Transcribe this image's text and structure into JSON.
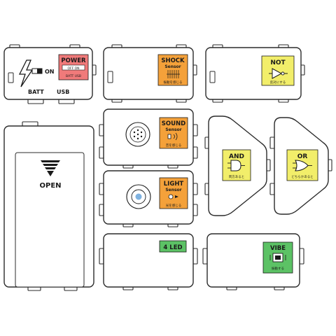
{
  "colors": {
    "power": "#f07a7a",
    "shock": "#f4a13a",
    "sound": "#f4a13a",
    "light": "#f4a13a",
    "logic": "#f2ee6a",
    "led": "#5cc265",
    "vibe": "#5cc265"
  },
  "power_module": {
    "on_label": "ON",
    "batt_label": "BATT",
    "usb_label": "USB",
    "badge_title": "POWER",
    "badge_sub1": "OFF ON",
    "badge_sub2": "BATT USB",
    "icon": "lightning-icon"
  },
  "battery_module": {
    "open_label": "OPEN",
    "icon": "down-arrow-icon"
  },
  "shock_module": {
    "title": "SHOCK",
    "subtitle": "Sensor",
    "caption": "振動を感じる",
    "icon": "spring-coil-icon"
  },
  "not_module": {
    "title": "NOT",
    "caption": "反対にする",
    "icon": "not-gate-icon"
  },
  "sound_module": {
    "title": "SOUND",
    "subtitle": "Sensor",
    "caption": "音を感じる",
    "icon": "microphone-icon"
  },
  "light_module": {
    "title": "LIGHT",
    "subtitle": "Sensor",
    "caption": "光を感じる",
    "icon": "light-bulb-icon"
  },
  "and_module": {
    "title": "AND",
    "caption": "両方あると",
    "icon": "and-gate-icon"
  },
  "or_module": {
    "title": "OR",
    "caption": "どちらかあると",
    "icon": "or-gate-icon"
  },
  "led_module": {
    "title": "4 LED"
  },
  "vibe_module": {
    "title": "VIBE",
    "caption": "振動する",
    "icon": "vibration-motor-icon"
  }
}
